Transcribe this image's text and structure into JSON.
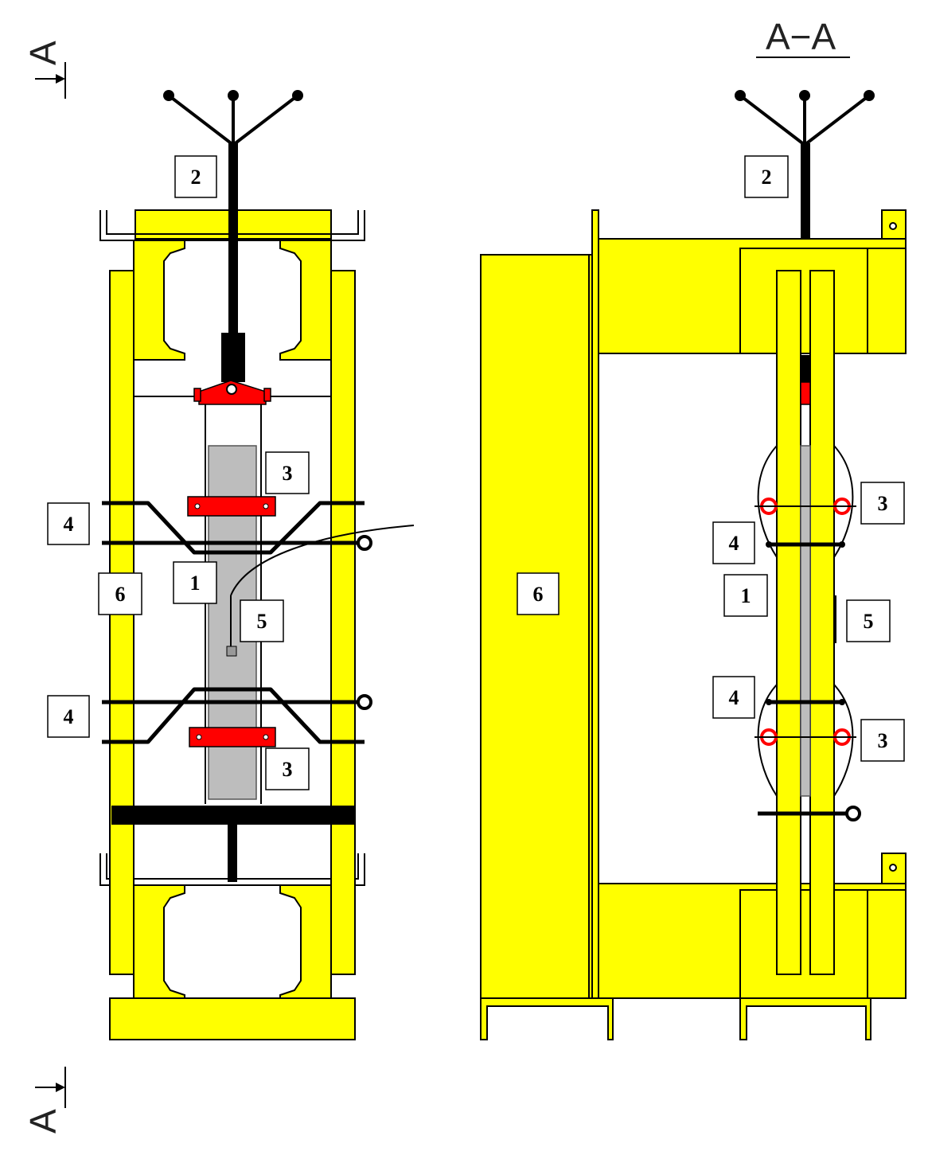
{
  "section": {
    "title": "A−A",
    "marker_top": "A",
    "marker_bottom": "A"
  },
  "front_view": {
    "labels": {
      "n2": "2",
      "n3_top": "3",
      "n3_bottom": "3",
      "n4_top": "4",
      "n4_bottom": "4",
      "n1": "1",
      "n5": "5",
      "n6": "6"
    }
  },
  "side_view": {
    "labels": {
      "n2": "2",
      "n3_top": "3",
      "n3_bottom": "3",
      "n4_top": "4",
      "n4_bottom": "4",
      "n1": "1",
      "n5": "5",
      "n6": "6"
    }
  },
  "colors": {
    "frame": "#ffff00",
    "clamp": "#ff0000",
    "specimen": "#bdbdbd",
    "outline": "#000000"
  }
}
